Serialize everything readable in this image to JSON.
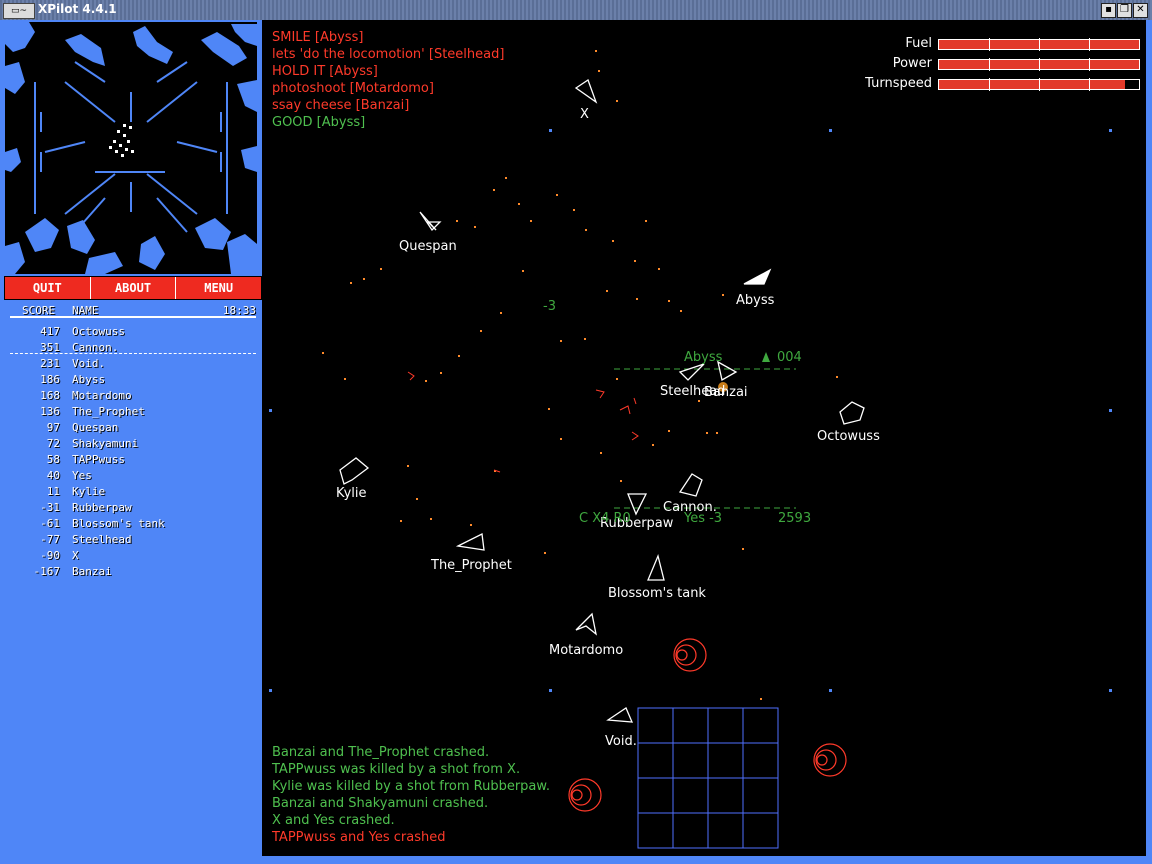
{
  "window": {
    "title": "XPilot 4.4.1",
    "icon_label": "xpilot-window-icon"
  },
  "buttons": {
    "quit": "QUIT",
    "about": "ABOUT",
    "menu": "MENU"
  },
  "scoreboard": {
    "score_header": "SCORE",
    "name_header": "NAME",
    "time": "18:33",
    "rows": [
      {
        "score": "417",
        "name": "Octowuss"
      },
      {
        "score": "351",
        "name": "Cannon."
      },
      {
        "score": "231",
        "name": "Void."
      },
      {
        "score": "186",
        "name": "Abyss"
      },
      {
        "score": "168",
        "name": "Motardomo"
      },
      {
        "score": "136",
        "name": "The_Prophet"
      },
      {
        "score": "97",
        "name": "Quespan"
      },
      {
        "score": "72",
        "name": "Shakyamuni"
      },
      {
        "score": "58",
        "name": "TAPPwuss"
      },
      {
        "score": "40",
        "name": "Yes"
      },
      {
        "score": "11",
        "name": "Kylie"
      },
      {
        "score": "-31",
        "name": "Rubberpaw"
      },
      {
        "score": "-61",
        "name": "Blossom's tank"
      },
      {
        "score": "-77",
        "name": "Steelhead"
      },
      {
        "score": "-90",
        "name": "X"
      },
      {
        "score": "-167",
        "name": "Banzai"
      }
    ]
  },
  "talk_messages": [
    {
      "text": "SMILE [Abyss]",
      "color": "#ff3a2a"
    },
    {
      "text": "lets 'do the locomotion' [Steelhead]",
      "color": "#ff3a2a"
    },
    {
      "text": "HOLD IT [Abyss]",
      "color": "#ff3a2a"
    },
    {
      "text": "photoshoot [Motardomo]",
      "color": "#ff3a2a"
    },
    {
      "text": "ssay cheese [Banzai]",
      "color": "#ff3a2a"
    },
    {
      "text": "GOOD [Abyss]",
      "color": "#4fc04f"
    }
  ],
  "event_messages": [
    {
      "text": "Banzai and The_Prophet crashed.",
      "color": "#4fc04f"
    },
    {
      "text": "TAPPwuss was killed by a shot from X.",
      "color": "#4fc04f"
    },
    {
      "text": "Kylie was killed by a shot from Rubberpaw.",
      "color": "#4fc04f"
    },
    {
      "text": "Banzai and Shakyamuni crashed.",
      "color": "#4fc04f"
    },
    {
      "text": "X and Yes crashed.",
      "color": "#4fc04f"
    },
    {
      "text": "TAPPwuss and Yes crashed",
      "color": "#ff3a2a"
    }
  ],
  "meters": [
    {
      "label": "Fuel",
      "level": 1.0
    },
    {
      "label": "Power",
      "level": 1.0
    },
    {
      "label": "Turnspeed",
      "level": 0.93
    }
  ],
  "ship_labels": {
    "x": "X",
    "quespan": "Quespan",
    "abyss": "Abyss",
    "steelhead": "Steelhead",
    "banzai": "Banzai",
    "octowuss": "Octowuss",
    "kylie": "Kylie",
    "cannon": "Cannon.",
    "rubberpaw": "Rubberpaw",
    "prophet": "The_Prophet",
    "blossom": "Blossom's tank",
    "motardomo": "Motardomo",
    "void": "Void."
  },
  "hud": {
    "lock_name": "Abyss",
    "lock_dist": "004",
    "score_delta": "-3",
    "bottom_left": "C X4 R0",
    "bottom_mid": "Yes -3",
    "bottom_right": "2593"
  },
  "colors": {
    "panel_blue": "#4f86f7",
    "button_red": "#ee2a20",
    "msg_green": "#4fc04f",
    "msg_red": "#ff3a2a",
    "hud_green": "#3fa83f"
  }
}
